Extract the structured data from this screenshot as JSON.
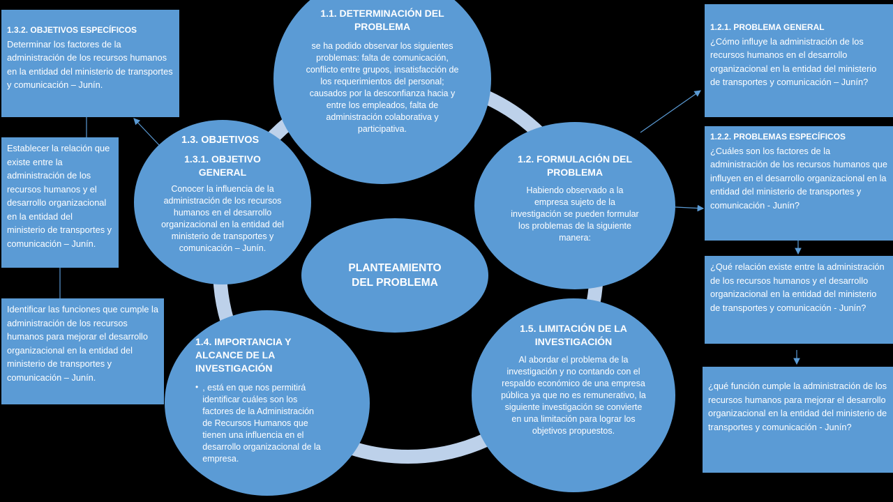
{
  "center": {
    "title": "PLANTEAMIENTO DEL PROBLEMA"
  },
  "c1": {
    "title": "1.1. DETERMINACIÓN DEL PROBLEMA",
    "body": "se ha podido observar los siguientes problemas: falta de comunicación, conflicto entre grupos, insatisfacción de los requerimientos del personal; causados por la desconfianza hacia y entre los empleados, falta de administración colaborativa y participativa."
  },
  "c2": {
    "title": "1.2. FORMULACIÓN DEL PROBLEMA",
    "body": "Habiendo observado a la empresa sujeto de la investigación se pueden formular los problemas de la siguiente manera:"
  },
  "c3": {
    "title": "1.3. OBJETIVOS",
    "subtitle": "1.3.1. OBJETIVO GENERAL",
    "body": "Conocer la influencia de la administración de los recursos humanos en el desarrollo organizacional en la entidad del ministerio de transportes y comunicación – Junín."
  },
  "c4": {
    "title": "1.4. IMPORTANCIA Y ALCANCE DE LA INVESTIGACIÓN",
    "body": ", está en que nos permitirá identificar cuáles son los factores de la Administración de Recursos Humanos que tienen una influencia en el desarrollo organizacional de la empresa."
  },
  "c5": {
    "title": "1.5. LIMITACIÓN DE LA INVESTIGACIÓN",
    "body": "Al abordar el problema de la investigación y no contando con el respaldo económico de una empresa pública ya que no es remunerativo, la siguiente investigación se convierte en una limitación para lograr los objetivos propuestos."
  },
  "left_boxes": {
    "b1": {
      "title": "1.3.2. OBJETIVOS ESPECÍFICOS",
      "body": "Determinar los factores de la administración de los recursos humanos en la entidad del ministerio de transportes y comunicación – Junín."
    },
    "b2": {
      "body": "Establecer la relación que existe entre la administración de los recursos humanos y el desarrollo organizacional en la entidad del ministerio de transportes y comunicación – Junín."
    },
    "b3": {
      "body": "Identificar las funciones que cumple la administración de los recursos humanos para mejorar el desarrollo organizacional en la entidad del ministerio de transportes y comunicación – Junín."
    }
  },
  "right_boxes": {
    "b1": {
      "title": "1.2.1. PROBLEMA GENERAL",
      "body": "¿Cómo influye la administración de los recursos humanos en el desarrollo organizacional en la entidad del ministerio de transportes y comunicación – Junín?"
    },
    "b2": {
      "title": "1.2.2. PROBLEMAS ESPECÍFICOS",
      "body": "¿Cuáles son los factores de la administración de los recursos humanos que influyen en el desarrollo organizacional en la entidad del ministerio de transportes y comunicación - Junín?"
    },
    "b3": {
      "body": "¿Qué relación existe entre la administración de los recursos humanos y el desarrollo organizacional en la entidad del ministerio de transportes y comunicación - Junín?"
    },
    "b4": {
      "body": "¿qué función cumple la administración de los recursos humanos para mejorar el desarrollo organizacional en la entidad del ministerio de transportes y comunicación - Junín?"
    }
  },
  "colors": {
    "node": "#5b9bd5",
    "ring": "#bdd1ea",
    "background": "#000000"
  }
}
